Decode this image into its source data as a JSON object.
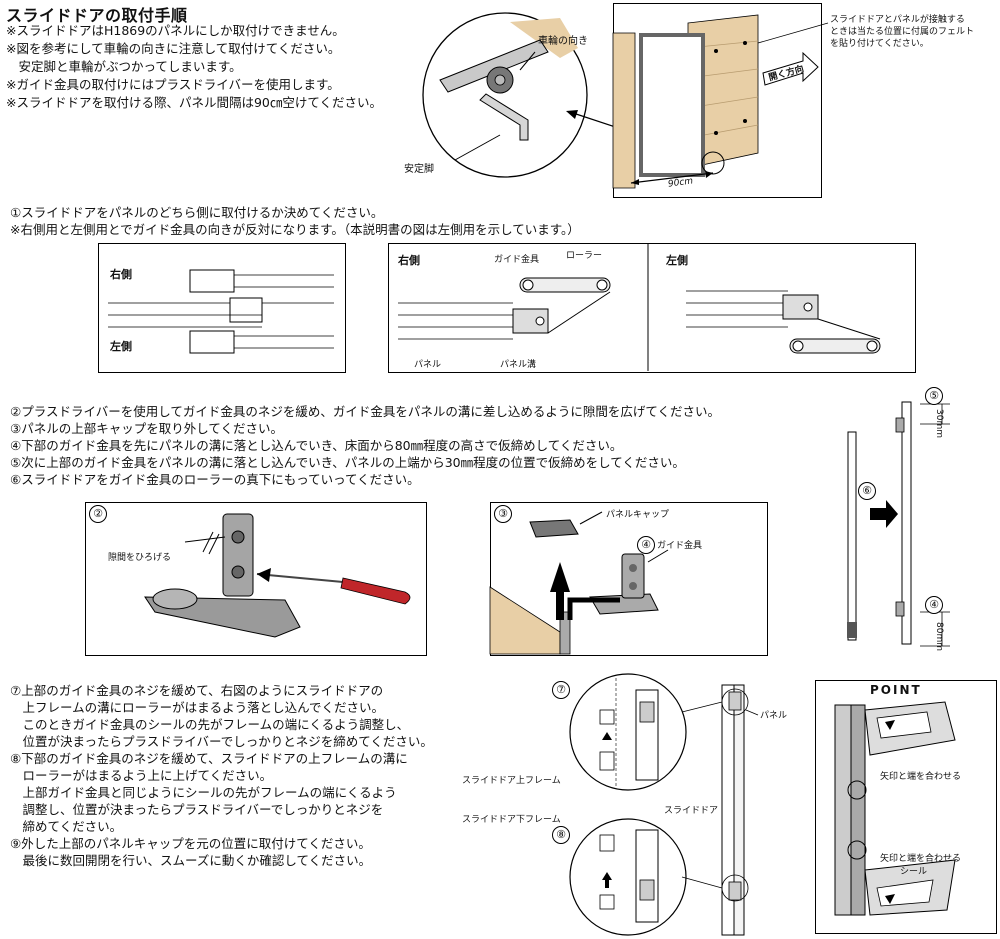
{
  "title": "スライドドアの取付手順",
  "notes": [
    "※スライドドアはH1869のパネルにしか取付けできません。",
    "※図を参考にして車輪の向きに注意して取付けてください。",
    "　安定脚と車輪がぶつかってしまいます。",
    "※ガイド金具の取付けにはプラスドライバーを使用します。",
    "※スライドドアを取付ける際、パネル間隔は90㎝空けてください。"
  ],
  "top_figure": {
    "wheel_direction": "車輪の向き",
    "stabilizer": "安定脚",
    "felt_note": "スライドドアとパネルが接触する\nときは当たる位置に付属のフェルト\nを貼り付けてください。",
    "open_direction": "開く方向",
    "gap": "90cm"
  },
  "step1": {
    "line1": "①スライドドアをパネルのどちら側に取付けるか決めてください。",
    "line2": "※右側用と左側用とでガイド金具の向きが反対になります。（本説明書の図は左側用を示しています。）",
    "right": "右側",
    "left": "左側",
    "guide_fitting": "ガイド金具",
    "roller": "ローラー",
    "panel": "パネル",
    "panel_groove": "パネル溝"
  },
  "steps_2_6": [
    "②プラスドライバーを使用してガイド金具のネジを緩め、ガイド金具をパネルの溝に差し込めるように隙間を広げてください。",
    "③パネルの上部キャップを取り外してください。",
    "④下部のガイド金具を先にパネルの溝に落とし込んでいき、床面から80㎜程度の高さで仮締めしてください。",
    "⑤次に上部のガイド金具をパネルの溝に落とし込んでいき、パネルの上端から30㎜程度の位置で仮締めをしてください。",
    "⑥スライドドアをガイド金具のローラーの真下にもっていってください。"
  ],
  "fig2": {
    "num": "②",
    "label": "隙間をひろげる"
  },
  "fig3": {
    "num": "③",
    "cap": "パネルキャップ",
    "num4": "④",
    "guide": "ガイド金具"
  },
  "fig56": {
    "num5": "⑤",
    "num6": "⑥",
    "num4": "④",
    "top_mm": "30mm",
    "bottom_mm": "80mm"
  },
  "steps_7_9": [
    "⑦上部のガイド金具のネジを緩めて、右図のようにスライドドアの",
    "　上フレームの溝にローラーがはまるよう落とし込んでください。",
    "　このときガイド金具のシールの先がフレームの端にくるよう調整し、",
    "　位置が決まったらプラスドライバーでしっかりとネジを締めてください。",
    "⑧下部のガイド金具のネジを緩めて、スライドドアの上フレームの溝に",
    "　ローラーがはまるよう上に上げてください。",
    "　上部ガイド金具と同じようにシールの先がフレームの端にくるよう",
    "　調整し、位置が決まったらプラスドライバーでしっかりとネジを",
    "　締めてください。",
    "⑨外した上部のパネルキャップを元の位置に取付けてください。",
    "　最後に数回開閉を行い、スムーズに動くか確認してください。"
  ],
  "fig78": {
    "num7": "⑦",
    "num8": "⑧",
    "upper_frame": "スライドドア上フレーム",
    "lower_frame": "スライドドア下フレーム",
    "panel": "パネル",
    "slide_door": "スライドドア"
  },
  "point": {
    "title": "POINT",
    "label1": "矢印と端を合わせる",
    "label2": "矢印と端を合わせる",
    "label3": "シール"
  }
}
